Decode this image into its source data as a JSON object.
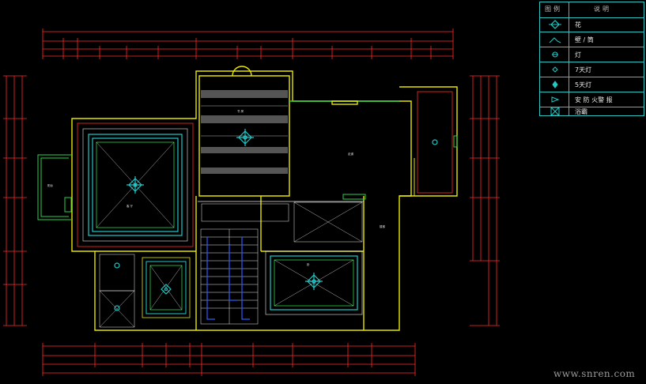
{
  "legend": {
    "header_symbol": "图例",
    "header_desc": "说明",
    "items": [
      {
        "icon": "ornament-icon",
        "label": "花"
      },
      {
        "icon": "wall-light-icon",
        "label": "壁 / 筒"
      },
      {
        "icon": "lamp-icon",
        "label": "灯"
      },
      {
        "icon": "spotlight-7-icon",
        "label": "7天灯"
      },
      {
        "icon": "spotlight-5-icon",
        "label": "5天灯"
      },
      {
        "icon": "fire-alarm-icon",
        "label": "安 防 火警 报"
      },
      {
        "icon": "vent-icon",
        "label": "浴霸"
      },
      {
        "icon": "double-line-icon",
        "label": ""
      }
    ]
  },
  "rooms": {
    "living_label": "客 厅",
    "study_label": "书 房",
    "bedroom_label": "卧",
    "corridor_label": "走道",
    "stair_label": "楼梯",
    "balcony_label": "阳台"
  },
  "watermark": "www.snren.com",
  "colors": {
    "wall": "#e6e600",
    "dimension": "#ff2a2a",
    "fixture": "#22c8c8",
    "outline": "#2bd14a",
    "white": "#e8e8e8",
    "blue": "#2b5cff"
  }
}
